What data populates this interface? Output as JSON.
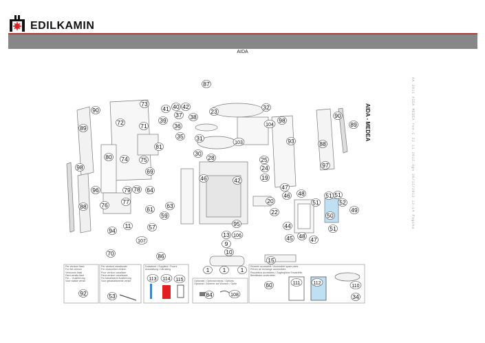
{
  "header": {
    "brand": "EDILKAMIN",
    "subtitle": "AIDA"
  },
  "side_title": "AIDA - MEDEA",
  "side_meta": "AA 2011 AIDA MEDEA rev.C 22 11 2012.dgn 30/11/2012 12:14 Pagina",
  "colors": {
    "accent_red": "#b0393b",
    "bar_gray": "#878787",
    "glass_blue": "#bfe0f2",
    "glove_red": "#e02020"
  },
  "legends": [
    {
      "lines": [
        "Per versioni fiasti",
        "For flat version",
        "Versiones fiasti",
        "Para versão fiast",
        "Für ... Ausführung",
        "Voor vlakke versie"
      ],
      "parts": [
        "92"
      ]
    },
    {
      "lines": [
        "Per versioni canalizzate",
        "For channelled version",
        "Pour version canalisée",
        "Para versión canalizada",
        "Für kanalisierte Ausführung",
        "Voor gekanaliseerde versie"
      ],
      "parts": [
        "53"
      ]
    },
    {
      "lines": [
        "Dotazione / Supplied / Fourni",
        "Ausstattung / Uitrusting"
      ],
      "parts": [
        "113",
        "114",
        "115"
      ]
    },
    {
      "lines": [
        "Optionals / Optional extras / Options",
        "Opcional / Zubehör auf Wunsch / Optie"
      ],
      "parts": [
        "84",
        "108"
      ]
    },
    {
      "lines": [
        "Ricambi accessibili / Accessible spare parts",
        "Pièces de rechange accessibles",
        "Repuestos accesibles / Zugängliche Ersatzteile",
        "Bereikbare onderdelen"
      ],
      "parts": [
        "60",
        "111",
        "112",
        "110",
        "34"
      ]
    }
  ],
  "callouts": [
    "90",
    "89",
    "73",
    "72",
    "71",
    "80",
    "81",
    "74",
    "75",
    "69",
    "98",
    "96",
    "88",
    "79",
    "78",
    "76",
    "77",
    "64",
    "61",
    "63",
    "59",
    "57",
    "11",
    "94",
    "107",
    "41",
    "40",
    "42",
    "87",
    "38",
    "39",
    "37",
    "36",
    "35",
    "23",
    "31",
    "32",
    "104",
    "103",
    "28",
    "30",
    "25",
    "24",
    "19",
    "42",
    "46",
    "47",
    "48",
    "46",
    "20",
    "22",
    "44",
    "95",
    "106",
    "13",
    "9",
    "10",
    "45",
    "48",
    "47",
    "15",
    "98",
    "93",
    "88",
    "97",
    "89",
    "90",
    "51",
    "51",
    "51",
    "52",
    "49",
    "50",
    "51",
    "86",
    "70",
    "92",
    "53",
    "113",
    "114",
    "115",
    "84",
    "108",
    "60",
    "111",
    "112",
    "110",
    "34",
    "1",
    "1",
    "1"
  ]
}
